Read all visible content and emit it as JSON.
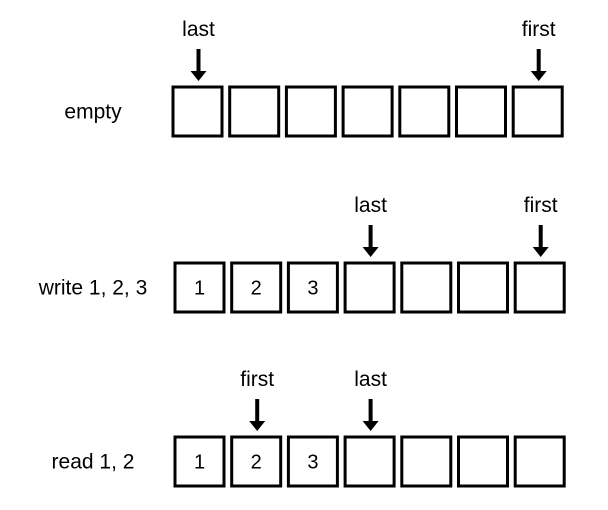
{
  "diagram": {
    "rows": [
      {
        "label": "empty",
        "cells": [
          "",
          "",
          "",
          "",
          "",
          "",
          ""
        ],
        "pointers": [
          {
            "name": "last",
            "index": 0
          },
          {
            "name": "first",
            "index": 6
          }
        ]
      },
      {
        "label": "write 1, 2, 3",
        "cells": [
          "1",
          "2",
          "3",
          "",
          "",
          "",
          ""
        ],
        "pointers": [
          {
            "name": "last",
            "index": 3
          },
          {
            "name": "first",
            "index": 6
          }
        ]
      },
      {
        "label": "read 1, 2",
        "cells": [
          "1",
          "2",
          "3",
          "",
          "",
          "",
          ""
        ],
        "pointers": [
          {
            "name": "first",
            "index": 1
          },
          {
            "name": "last",
            "index": 3
          }
        ]
      }
    ]
  }
}
